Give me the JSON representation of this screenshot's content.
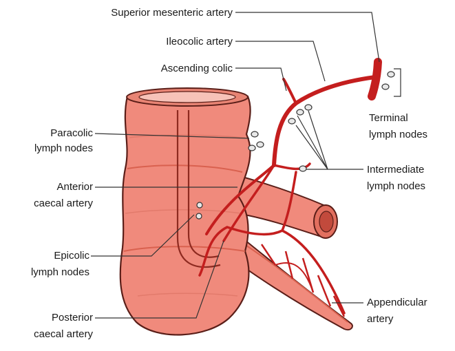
{
  "labels": {
    "superior_mesenteric_artery": "Superior mesenteric artery",
    "ileocolic_artery": "Ileocolic artery",
    "ascending_colic": "Ascending colic",
    "paracolic_1": "Paracolic",
    "paracolic_2": "lymph nodes",
    "terminal_1": "Terminal",
    "terminal_2": "lymph nodes",
    "anterior_1": "Anterior",
    "anterior_2": "caecal artery",
    "intermediate_1": "Intermediate",
    "intermediate_2": "lymph nodes",
    "epicolic_1": "Epicolic",
    "epicolic_2": "lymph nodes",
    "posterior_1": "Posterior",
    "posterior_2": "caecal artery",
    "appendicular_1": "Appendicular",
    "appendicular_2": "artery"
  },
  "colors": {
    "colon_fill": "#f08a7c",
    "colon_shadow": "#d9614f",
    "colon_edge": "#5a1e18",
    "artery": "#c41e1e",
    "lymph_node": "#e8e8e8",
    "leader_line": "#333333"
  }
}
